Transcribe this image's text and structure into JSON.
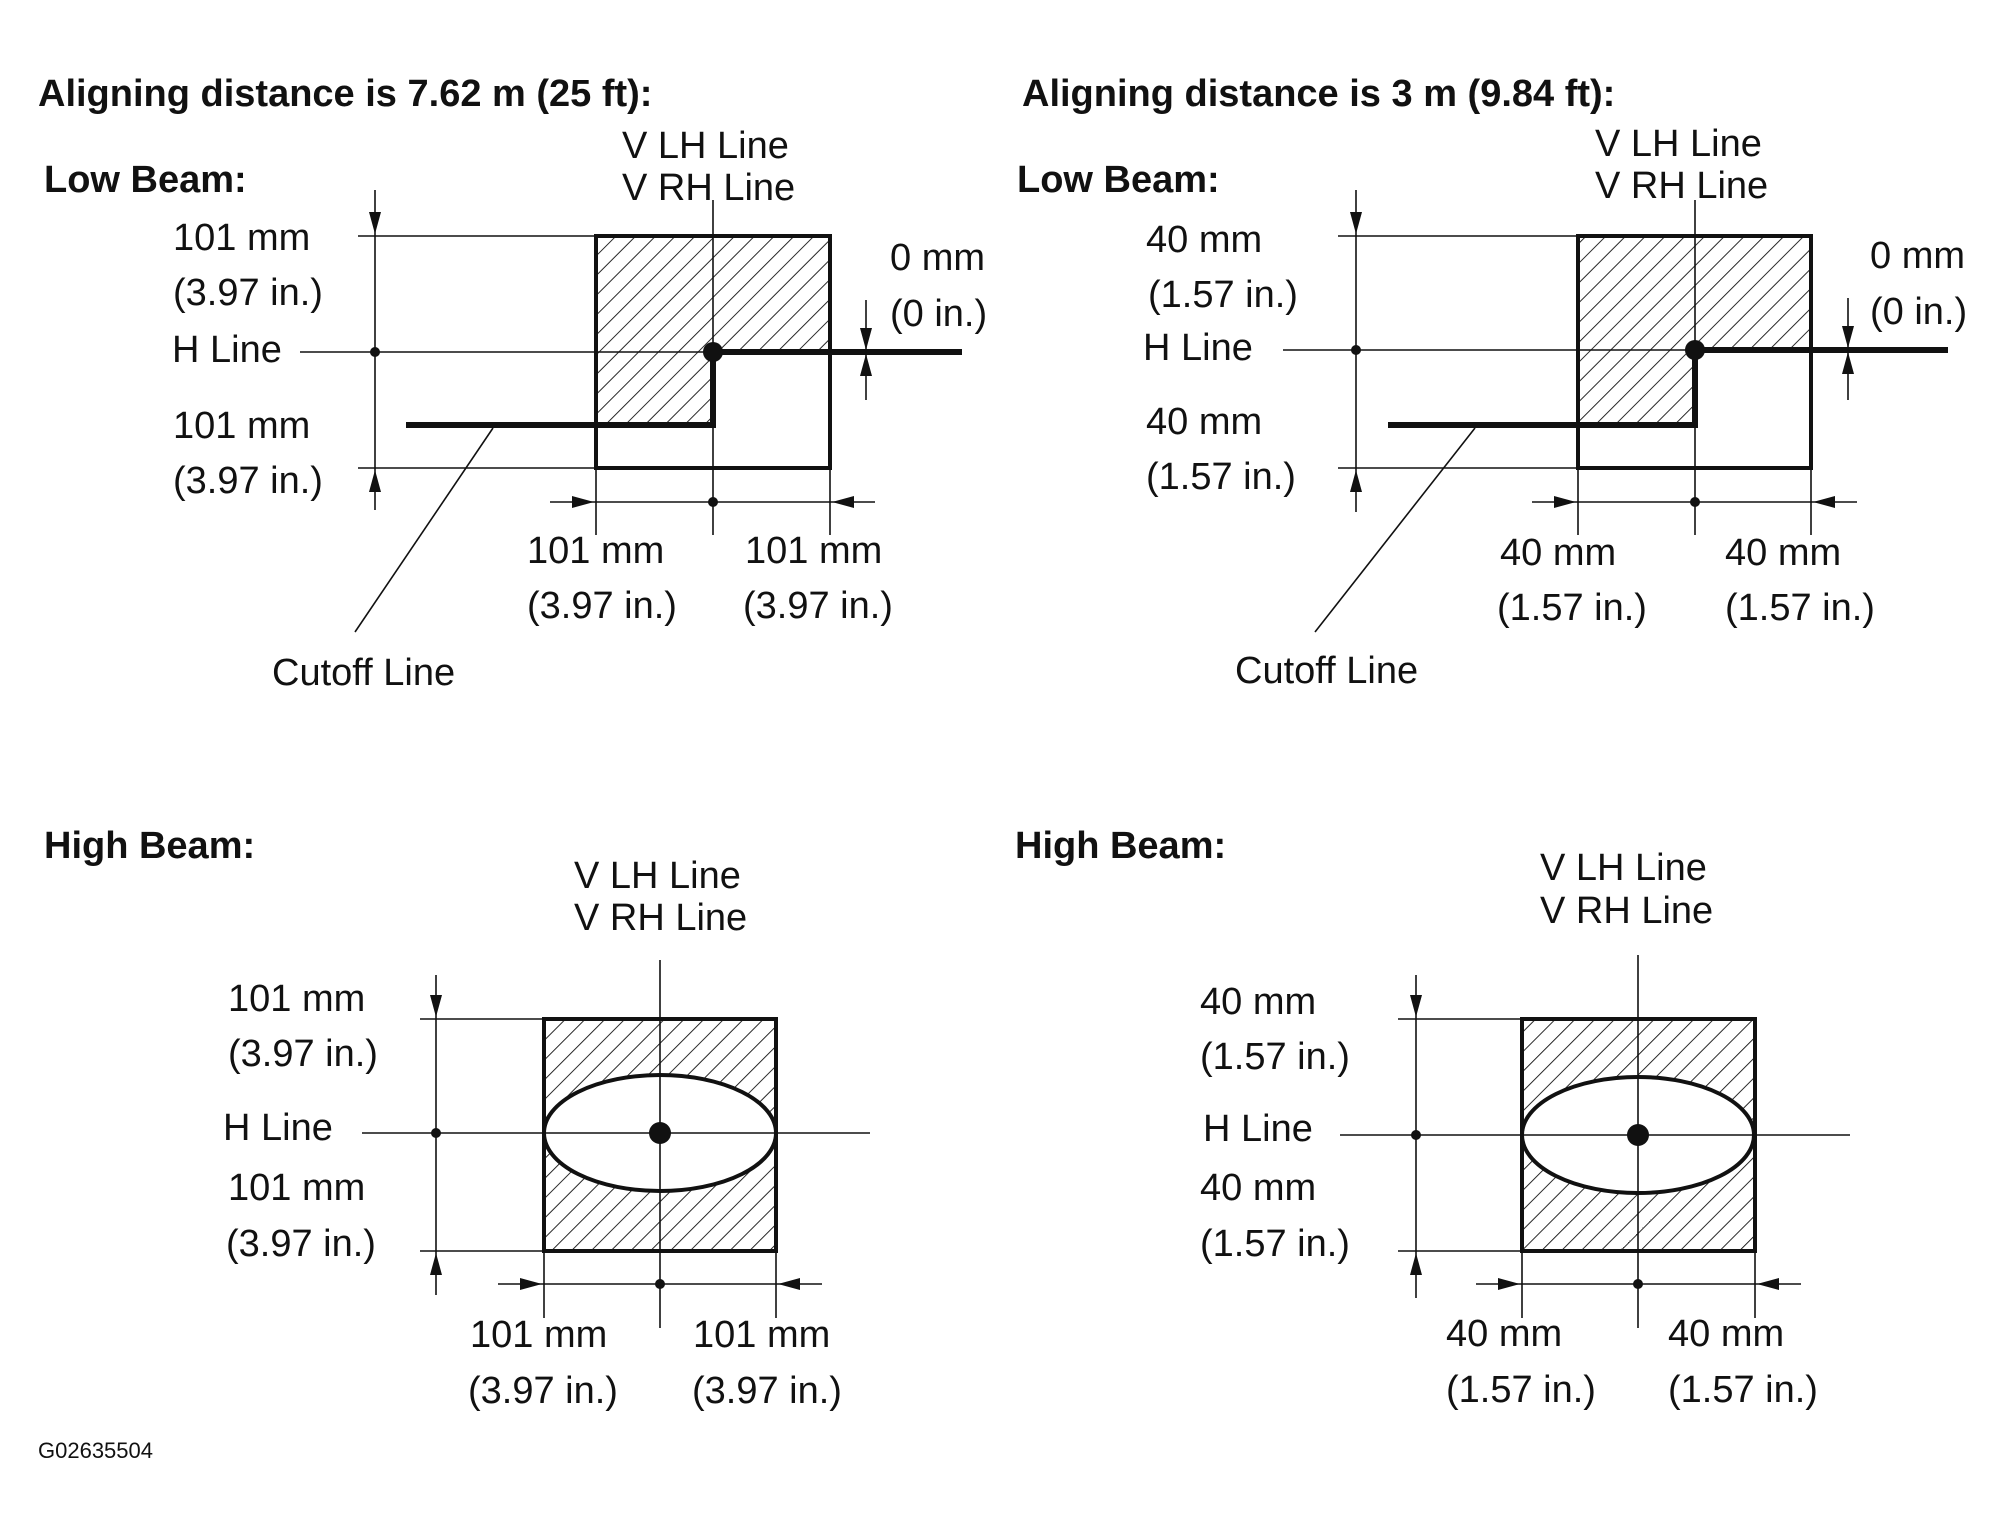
{
  "left": {
    "title": "Aligning distance is 7.62 m (25 ft):",
    "low_beam": {
      "label": "Low Beam:",
      "v_lh": "V LH Line",
      "v_rh": "V RH Line",
      "h_line": "H Line",
      "top_mm": "101 mm",
      "top_in": "(3.97 in.)",
      "bottom_mm": "101 mm",
      "bottom_in": "(3.97 in.)",
      "offset_mm": "0 mm",
      "offset_in": "(0 in.)",
      "left_mm": "101 mm",
      "left_in": "(3.97 in.)",
      "right_mm": "101 mm",
      "right_in": "(3.97 in.)",
      "cutoff": "Cutoff Line"
    },
    "high_beam": {
      "label": "High Beam:",
      "v_lh": "V LH Line",
      "v_rh": "V RH Line",
      "h_line": "H Line",
      "top_mm": "101 mm",
      "top_in": "(3.97 in.)",
      "bottom_mm": "101 mm",
      "bottom_in": "(3.97 in.)",
      "left_mm": "101 mm",
      "left_in": "(3.97 in.)",
      "right_mm": "101 mm",
      "right_in": "(3.97 in.)"
    }
  },
  "right": {
    "title": "Aligning distance is 3 m (9.84 ft):",
    "low_beam": {
      "label": "Low Beam:",
      "v_lh": "V LH Line",
      "v_rh": "V RH Line",
      "h_line": "H Line",
      "top_mm": "40 mm",
      "top_in": "(1.57 in.)",
      "bottom_mm": "40 mm",
      "bottom_in": "(1.57 in.)",
      "offset_mm": "0 mm",
      "offset_in": "(0 in.)",
      "left_mm": "40 mm",
      "left_in": "(1.57 in.)",
      "right_mm": "40 mm",
      "right_in": "(1.57 in.)",
      "cutoff": "Cutoff Line"
    },
    "high_beam": {
      "label": "High Beam:",
      "v_lh": "V LH Line",
      "v_rh": "V RH Line",
      "h_line": "H Line",
      "top_mm": "40 mm",
      "top_in": "(1.57 in.)",
      "bottom_mm": "40 mm",
      "bottom_in": "(1.57 in.)",
      "left_mm": "40 mm",
      "left_in": "(1.57 in.)",
      "right_mm": "40 mm",
      "right_in": "(1.57 in.)"
    }
  },
  "figure_code": "G02635504"
}
